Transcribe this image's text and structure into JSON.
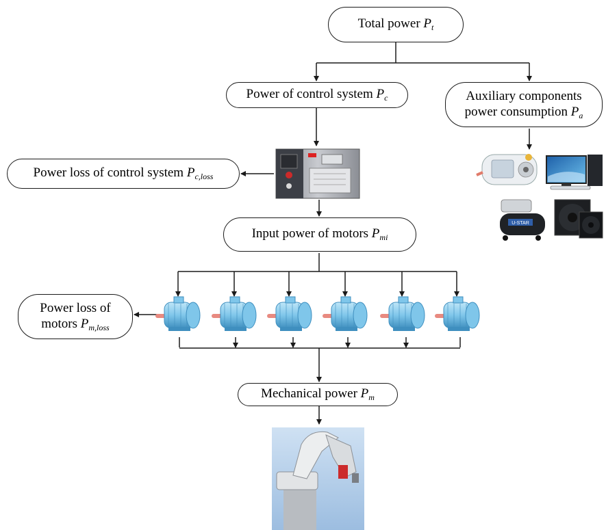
{
  "nodes": {
    "total": {
      "text": "Total power ",
      "sym": "P",
      "sub": "t"
    },
    "control": {
      "text": "Power of control system ",
      "sym": "P",
      "sub": "c"
    },
    "aux": {
      "line1": "Auxiliary components",
      "line2": "power consumption  ",
      "sym": "P",
      "sub": "a"
    },
    "control_loss": {
      "text": "Power loss of control system ",
      "sym": "P",
      "sub": "c,loss"
    },
    "input": {
      "text": "Input power of motors ",
      "sym": "P",
      "sub": "mi"
    },
    "motor_loss": {
      "line1": "Power loss of",
      "line2": "motors  ",
      "sym": "P",
      "sub": "m,loss"
    },
    "mechanical": {
      "text": "Mechanical power  ",
      "sym": "P",
      "sub": "m"
    }
  },
  "images": {
    "controller": "controller-cabinet",
    "teach_pendant": "teach-pendant",
    "computer": "computer",
    "air_compressor": "air-compressor",
    "fans": "cooling-fans",
    "motors": [
      "motor",
      "motor",
      "motor",
      "motor",
      "motor",
      "motor"
    ],
    "robot": "robot-arm",
    "brand_text": "U-STAR"
  },
  "colors": {
    "line": "#1a1a1a",
    "motor_body": "#7fc6ea",
    "motor_dark": "#3f8fbf",
    "shaft": "#e88a80",
    "robot_bg": "#a9c9e8"
  }
}
